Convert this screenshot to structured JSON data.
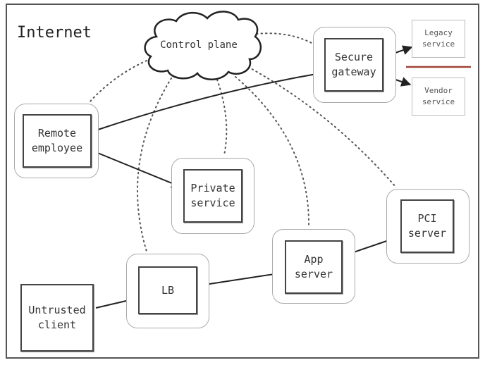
{
  "diagram": {
    "zone_label": "Internet",
    "cloud": {
      "label": "Control plane"
    },
    "nodes": [
      {
        "id": "remote-employee",
        "label": "Remote\nemployee",
        "style": "boxed"
      },
      {
        "id": "private-service",
        "label": "Private\nservice",
        "style": "boxed"
      },
      {
        "id": "secure-gateway",
        "label": "Secure\ngateway",
        "style": "boxed"
      },
      {
        "id": "legacy-service",
        "label": "Legacy\nservice",
        "style": "light"
      },
      {
        "id": "vendor-service",
        "label": "Vendor\nservice",
        "style": "light"
      },
      {
        "id": "pci-server",
        "label": "PCI\nserver",
        "style": "boxed"
      },
      {
        "id": "app-server",
        "label": "App\nserver",
        "style": "boxed"
      },
      {
        "id": "lb",
        "label": "LB",
        "style": "boxed"
      },
      {
        "id": "untrusted-client",
        "label": "Untrusted\nclient",
        "style": "plain"
      }
    ],
    "edges": [
      {
        "from": "remote-employee",
        "to": "secure-gateway",
        "type": "solid-arrow"
      },
      {
        "from": "remote-employee",
        "to": "private-service",
        "type": "solid-arrow"
      },
      {
        "from": "secure-gateway",
        "to": "legacy-service",
        "type": "solid-arrow"
      },
      {
        "from": "secure-gateway",
        "to": "vendor-service",
        "type": "solid-arrow"
      },
      {
        "from": "untrusted-client",
        "to": "lb",
        "type": "solid-arrow"
      },
      {
        "from": "lb",
        "to": "app-server",
        "type": "solid-arrow"
      },
      {
        "from": "app-server",
        "to": "pci-server",
        "type": "solid-arrow"
      },
      {
        "from": "control-plane",
        "to": "remote-employee",
        "type": "dotted"
      },
      {
        "from": "control-plane",
        "to": "lb",
        "type": "dotted"
      },
      {
        "from": "control-plane",
        "to": "private-service",
        "type": "dotted"
      },
      {
        "from": "control-plane",
        "to": "app-server",
        "type": "dotted"
      },
      {
        "from": "control-plane",
        "to": "pci-server",
        "type": "dotted"
      },
      {
        "from": "control-plane",
        "to": "secure-gateway",
        "type": "dotted"
      }
    ],
    "separator_color": "#a0443a"
  }
}
